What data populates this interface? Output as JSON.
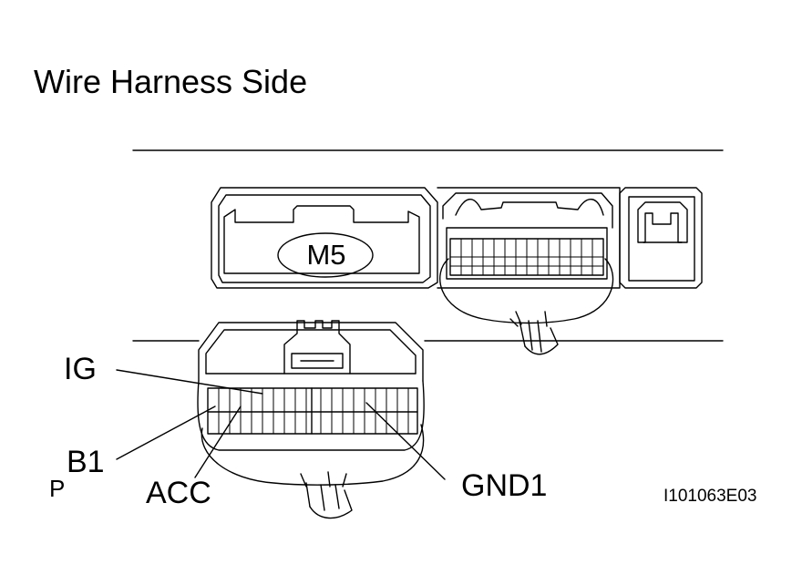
{
  "title": "Wire Harness Side",
  "connector_label": "M5",
  "pins": {
    "ig": "IG",
    "b1": "B1",
    "acc": "ACC",
    "gnd1": "GND1"
  },
  "p_mark": "P",
  "figure_id": "I101063E03"
}
